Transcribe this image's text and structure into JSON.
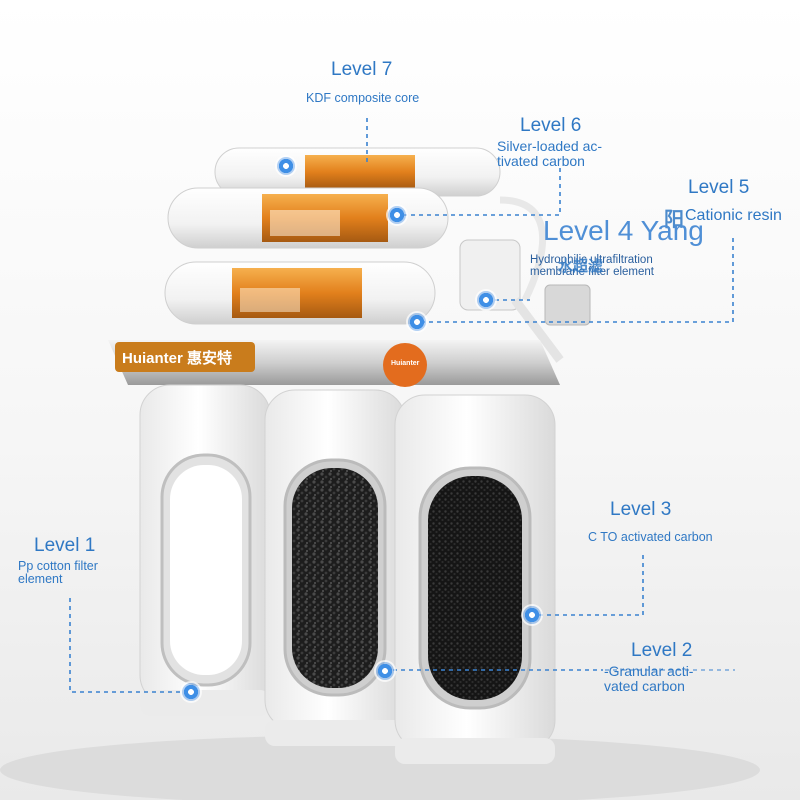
{
  "product": {
    "brand_latin": "Huianter",
    "brand_cjk": "惠安特",
    "badge": "Huianter"
  },
  "levels": [
    {
      "title": "Level 1",
      "desc": "Pp cotton filter\nelement"
    },
    {
      "title": "Level 2",
      "desc": "-Granular acti-\nvated carbon"
    },
    {
      "title": "Level 3",
      "desc": "C TO activated carbon"
    },
    {
      "title": "Level 4 Yang",
      "desc": "Hydrophilic ultrafiltration\nmembrane filter element",
      "overlay": "水超滤"
    },
    {
      "title": "Level 5",
      "desc": "Cationic resin",
      "overlay": "阳"
    },
    {
      "title": "Level 6",
      "desc": "Silver-loaded ac-\ntivated carbon"
    },
    {
      "title": "Level 7",
      "desc": "KDF composite core"
    }
  ],
  "colors": {
    "label": "#2f78c4",
    "leader": "#3a82d0",
    "accent": "#e98a1d"
  }
}
